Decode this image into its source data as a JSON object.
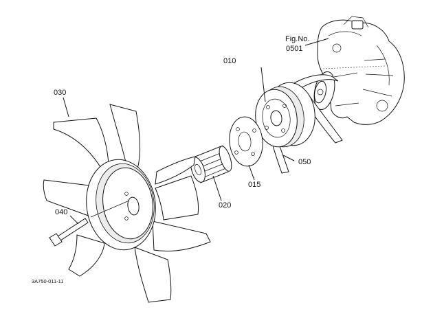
{
  "labels": {
    "fig_ref": "Fig.No.",
    "fig_num": "0501",
    "p010": "010",
    "p015": "015",
    "p020": "020",
    "p030": "030",
    "p040": "040",
    "p050": "050",
    "drawing_code": "3A750-011-11"
  },
  "colors": {
    "line": "#111111",
    "background": "#ffffff"
  }
}
